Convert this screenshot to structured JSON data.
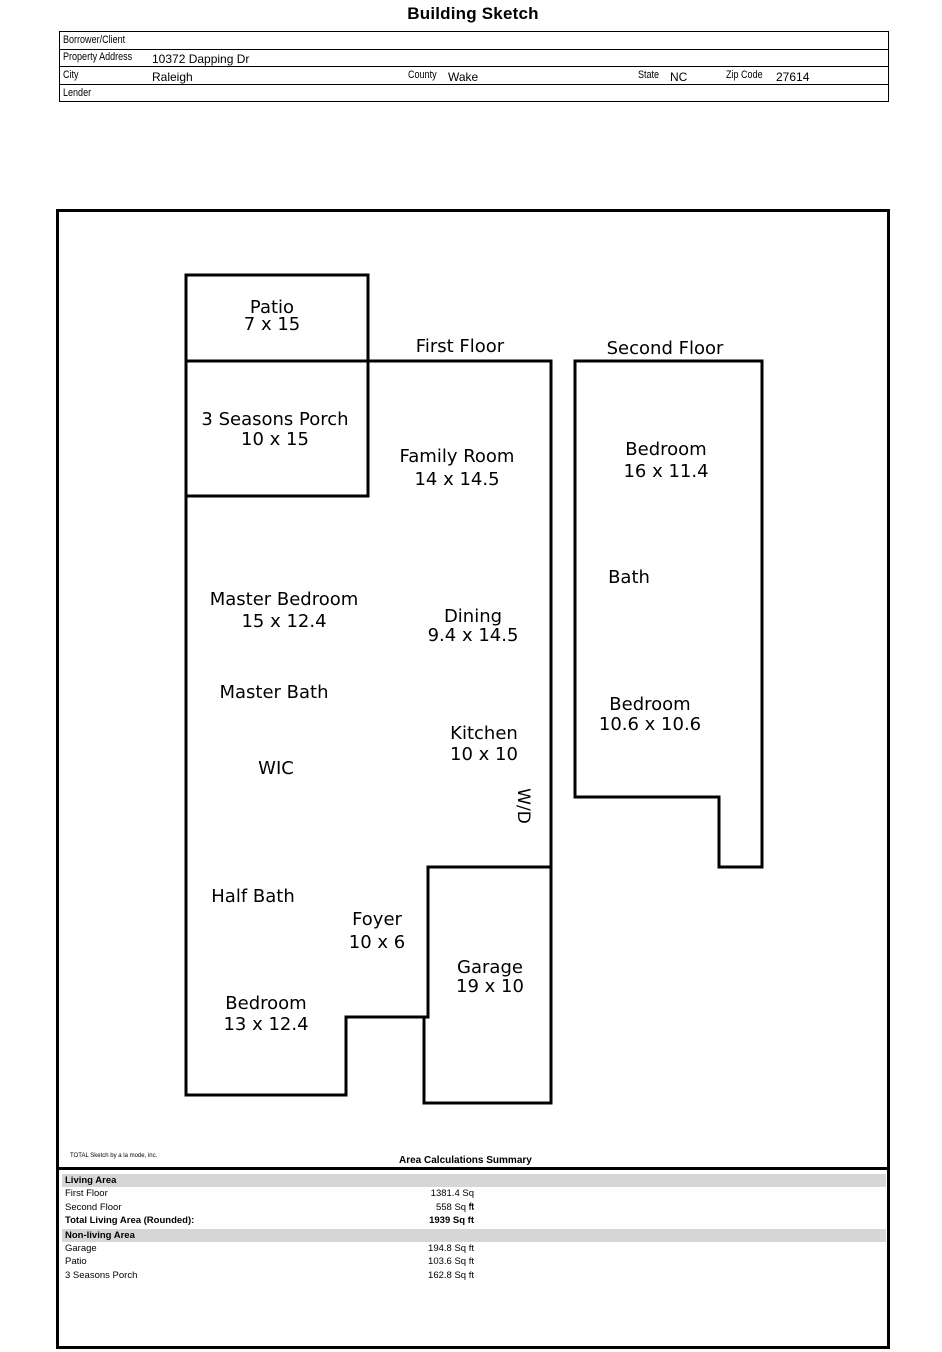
{
  "title": "Building Sketch",
  "header": {
    "borrower_label": "Borrower/Client",
    "borrower_value": "",
    "address_label": "Property Address",
    "address_value": "10372 Dapping Dr",
    "city_label": "City",
    "city_value": "Raleigh",
    "county_label": "County",
    "county_value": "Wake",
    "state_label": "State",
    "state_value": "NC",
    "zip_label": "Zip Code",
    "zip_value": "27614",
    "lender_label": "Lender",
    "lender_value": ""
  },
  "floors": {
    "first": "First Floor",
    "second": "Second Floor"
  },
  "rooms": {
    "patio": {
      "name": "Patio",
      "dims": "7 x 15"
    },
    "porch": {
      "name": "3 Seasons Porch",
      "dims": "10 x 15"
    },
    "family": {
      "name": "Family Room",
      "dims": "14 x 14.5"
    },
    "master": {
      "name": "Master Bedroom",
      "dims": "15 x 12.4"
    },
    "dining": {
      "name": "Dining",
      "dims": "9.4 x 14.5"
    },
    "master_bath": {
      "name": "Master Bath"
    },
    "kitchen": {
      "name": "Kitchen",
      "dims": "10 x 10"
    },
    "wic": {
      "name": "WIC"
    },
    "wd": {
      "name": "W/D"
    },
    "half_bath": {
      "name": "Half Bath"
    },
    "foyer": {
      "name": "Foyer",
      "dims": "10 x 6"
    },
    "garage": {
      "name": "Garage",
      "dims": "19 x 10"
    },
    "bedroom_first": {
      "name": "Bedroom",
      "dims": "13 x 12.4"
    },
    "bedroom_up1": {
      "name": "Bedroom",
      "dims": "16 x 11.4"
    },
    "bath_up": {
      "name": "Bath"
    },
    "bedroom_up2": {
      "name": "Bedroom",
      "dims": "10.6 x 10.6"
    }
  },
  "credit": "TOTAL Sketch by a la mode, inc.",
  "summary": {
    "title": "Area Calculations Summary",
    "living_header": "Living Area",
    "first_floor_label": "First Floor",
    "first_floor_value": "1381.4 Sq ft",
    "second_floor_label": "Second Floor",
    "second_floor_value": "558 Sq ft",
    "total_label": "Total Living Area (Rounded):",
    "total_value": "1939 Sq ft",
    "nonliving_header": "Non-living Area",
    "garage_label": "Garage",
    "garage_value": "194.8 Sq ft",
    "patio_label": "Patio",
    "patio_value": "103.6 Sq ft",
    "porch_label": "3 Seasons Porch",
    "porch_value": "162.8 Sq ft"
  }
}
